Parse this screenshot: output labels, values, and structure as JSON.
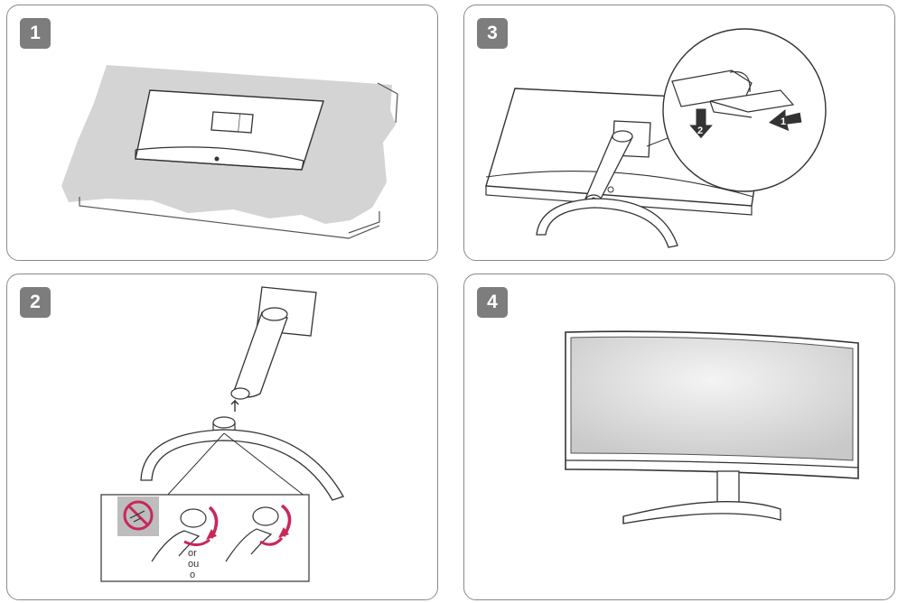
{
  "steps": [
    {
      "number": "1"
    },
    {
      "number": "3"
    },
    {
      "number": "2"
    },
    {
      "number": "4"
    }
  ],
  "arrow_labels": {
    "first": "1",
    "second": "2"
  },
  "or_labels": [
    "or",
    "ou",
    "o"
  ],
  "colors": {
    "accent": "#c8285a",
    "badge": "#7d7d7d",
    "border": "#8a8a8a",
    "cloth": "#d4d4d4",
    "prohibited_bg": "#bdbdbd"
  }
}
